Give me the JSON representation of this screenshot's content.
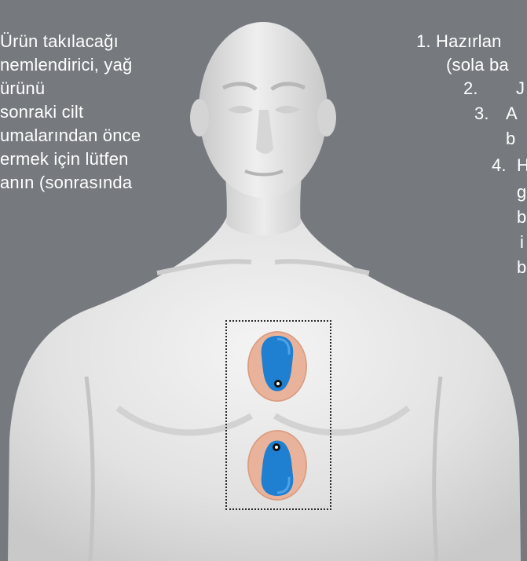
{
  "left_instructions": {
    "lines": [
      "Ürün takılacağı",
      "nemlendirici, yağ",
      "ürünü",
      "sonraki cilt",
      "umalarından önce",
      "ermek için lütfen",
      "anın (sonrasında"
    ]
  },
  "right_instructions": {
    "item1_line1": "1. Hazırlan",
    "item1_line2": "(sola ba",
    "item2": "2.",
    "item2_text": "J",
    "item3": "3.",
    "item3_text": "A",
    "item3_cont": "b",
    "item4": "4.",
    "item4_text": "H",
    "item4_cont1": "g",
    "item4_cont2": "b",
    "item4_cont3": "i",
    "item4_cont4": "b"
  },
  "colors": {
    "background": "#76797e",
    "skin": "#e8e8e8",
    "electrode_pad": "#e8b39a",
    "electrode_blue": "#1f7fd1",
    "text": "#ffffff"
  },
  "icons": {
    "figure": "human-torso-illustration",
    "electrode_top": "electrode-pad-icon",
    "electrode_bottom": "electrode-pad-icon"
  }
}
